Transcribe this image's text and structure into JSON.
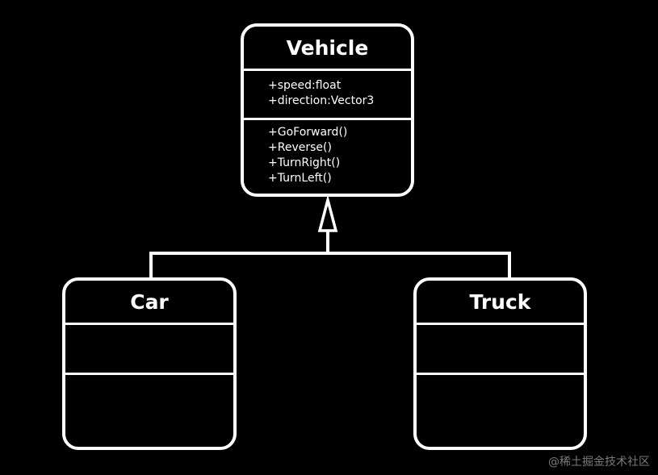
{
  "classes": {
    "vehicle": {
      "name": "Vehicle",
      "attributes": [
        "+speed:float",
        "+direction:Vector3"
      ],
      "methods": [
        "+GoForward()",
        "+Reverse()",
        "+TurnRight()",
        "+TurnLeft()"
      ]
    },
    "car": {
      "name": "Car",
      "attributes": [],
      "methods": []
    },
    "truck": {
      "name": "Truck",
      "attributes": [],
      "methods": []
    }
  },
  "relationships": [
    {
      "type": "inheritance",
      "from": "Car",
      "to": "Vehicle"
    },
    {
      "type": "inheritance",
      "from": "Truck",
      "to": "Vehicle"
    }
  ],
  "watermark": "@稀土掘金技术社区",
  "colors": {
    "background": "#000000",
    "line": "#ffffff",
    "watermark": "#7a7a7a"
  }
}
